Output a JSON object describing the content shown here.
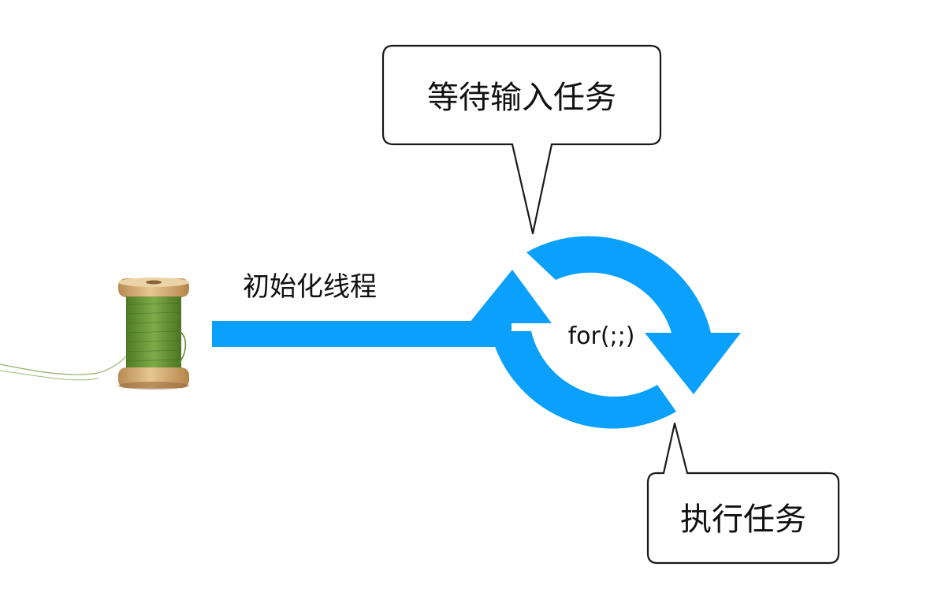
{
  "labels": {
    "wait_task": "等待输入任务",
    "init_thread": "初始化线程",
    "loop": "for(;;)",
    "exec_task": "执行任务"
  },
  "colors": {
    "arrow": "#0aa0fb",
    "thread": "#6f9a3c",
    "spool_wood": "#d9b37c",
    "bubble_stroke": "#1a1a1a"
  },
  "icons": {
    "spool": "thread-spool-icon",
    "cycle": "refresh-cycle-icon"
  }
}
